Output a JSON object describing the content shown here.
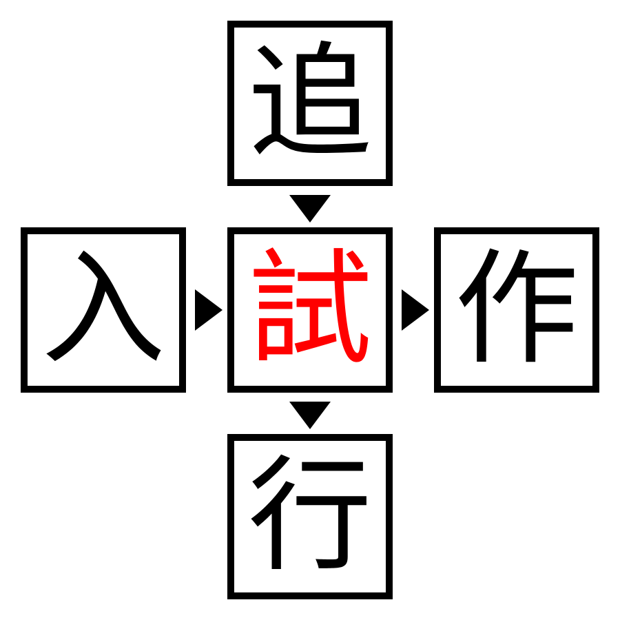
{
  "puzzle": {
    "top": "追",
    "left": "入",
    "center": "試",
    "right": "作",
    "bottom": "行"
  },
  "colors": {
    "center_char": "#ff0000",
    "outer_chars": "#000000",
    "border": "#000000"
  },
  "arrows": [
    "down",
    "right",
    "right",
    "down"
  ]
}
